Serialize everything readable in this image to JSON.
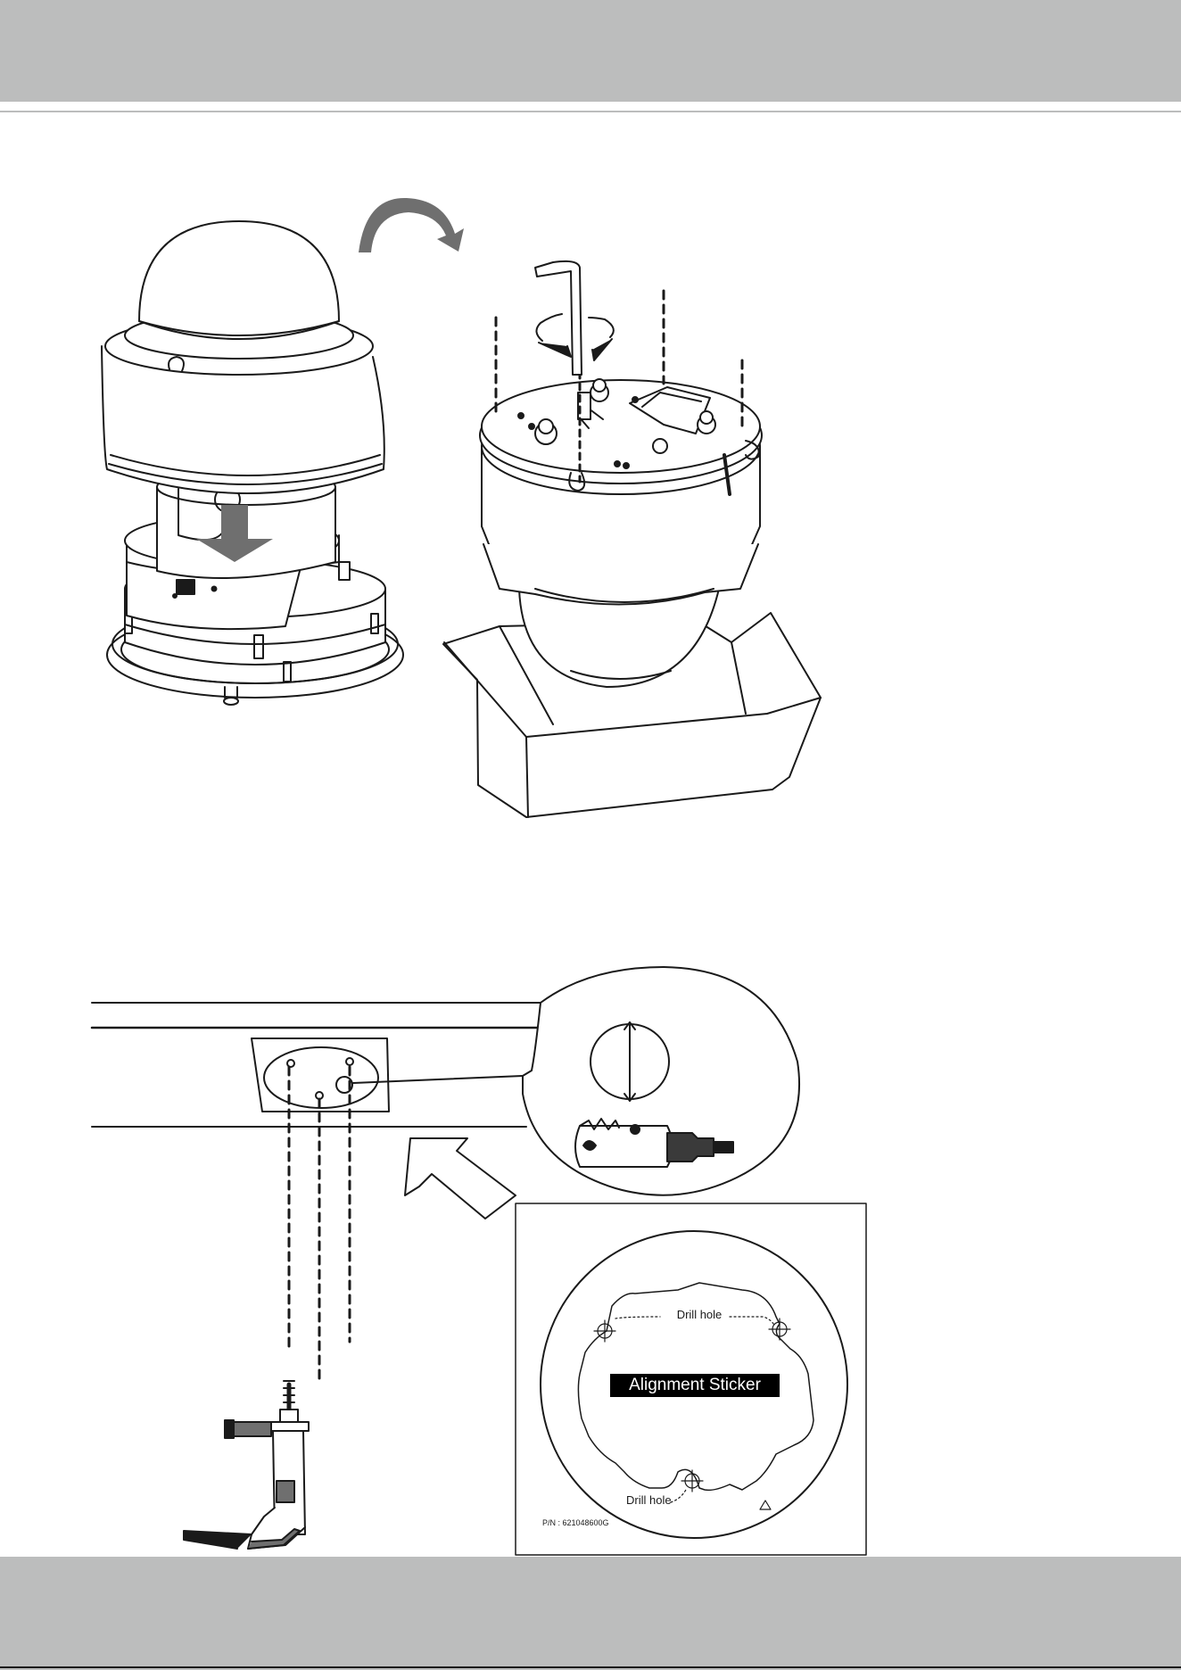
{
  "colors": {
    "band": "#bcbdbd",
    "line": "#1a1a1a",
    "arrow_fill": "#6f6f6f",
    "sticker_label_bg": "#000000"
  },
  "figure1": {
    "rotate_arrow_icon": "curved-arrow-icon",
    "down_arrow_icon": "arrow-down-icon",
    "wrench_icon": "hex-key-icon"
  },
  "figure2": {
    "push_arrow_icon": "arrow-up-left-icon",
    "drill_icon": "power-drill-icon",
    "hole_saw_icon": "hole-saw-icon"
  },
  "sticker": {
    "drill_hole_top": "Drill hole",
    "label": "Alignment Sticker",
    "drill_hole_bottom": "Drill hole",
    "part_number": "P/N : 621048600G"
  }
}
